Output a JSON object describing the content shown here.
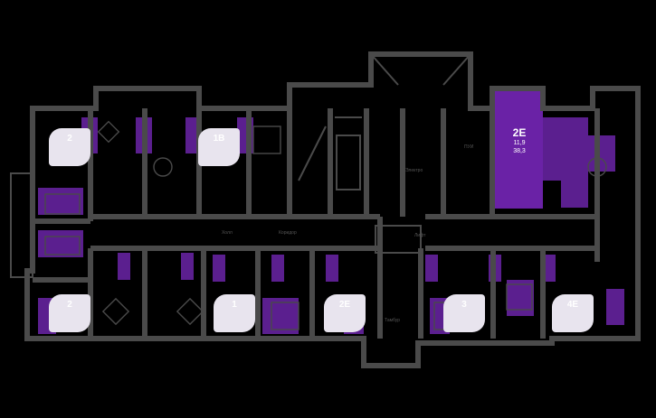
{
  "colors": {
    "wall": "#4a4a4a",
    "accent": "#5b1f8f",
    "active": "#6a22a6",
    "badge": "#e8e4ee"
  },
  "active_unit": {
    "code": "2Е",
    "line1": "11,9",
    "line2": "38,3"
  },
  "units": [
    {
      "code": "2",
      "sub": ""
    },
    {
      "code": "1В",
      "sub": ""
    },
    {
      "code": "2",
      "sub": ""
    },
    {
      "code": "1",
      "sub": ""
    },
    {
      "code": "2Е",
      "sub": ""
    },
    {
      "code": "3",
      "sub": ""
    },
    {
      "code": "4Е",
      "sub": ""
    }
  ],
  "room_labels": {
    "hall_a": "Холл",
    "corridor": "Коридор",
    "lift": "Лифт",
    "stair": "Тамбур",
    "mop": "ПУИ",
    "elec": "Электро"
  }
}
